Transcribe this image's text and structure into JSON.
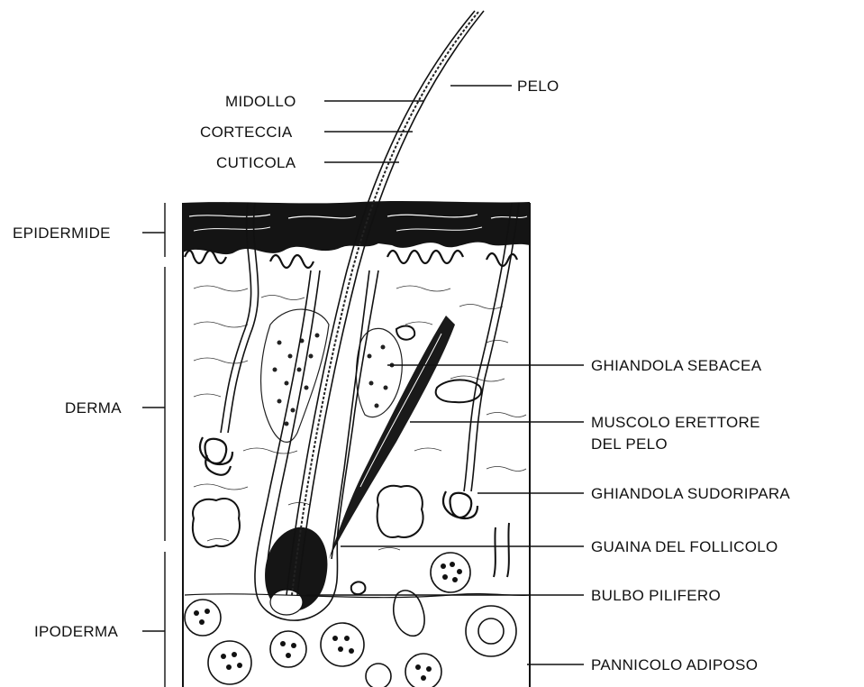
{
  "diagram": {
    "left_labels": {
      "epidermis": "EPIDERMIDE",
      "dermis": "DERMA",
      "hypodermis": "IPODERMA"
    },
    "hair_labels": {
      "medulla": "MIDOLLO",
      "cortex": "CORTECCIA",
      "cuticle": "CUTICOLA",
      "hair": "PELO"
    },
    "right_labels": {
      "sebaceous_gland": "GHIANDOLA SEBACEA",
      "arrector_muscle_line1": "MUSCOLO ERETTORE",
      "arrector_muscle_line2": "DEL PELO",
      "sweat_gland": "GHIANDOLA SUDORIPARA",
      "follicle_sheath": "GUAINA DEL FOLLICOLO",
      "hair_bulb": "BULBO PILIFERO",
      "adipose_layer": "PANNICOLO ADIPOSO"
    },
    "colors": {
      "ink": "#111111",
      "background": "#ffffff"
    }
  }
}
